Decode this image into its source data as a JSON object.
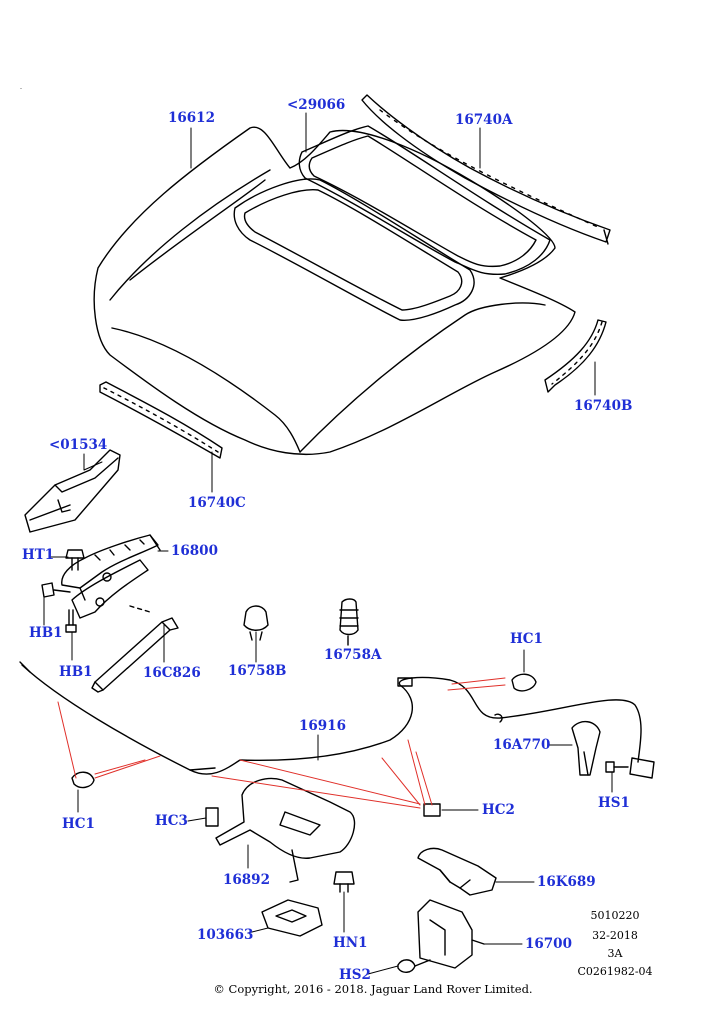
{
  "callouts": {
    "hood": "16612",
    "hood_insulator": "<29066",
    "seal_rear": "16740A",
    "seal_side": "16740B",
    "seal_front": "16740C",
    "hood_bracket": "<01534",
    "hinge": "16800",
    "ht1": "HT1",
    "hb1_upper": "HB1",
    "hb1_lower": "HB1",
    "gas_strut": "16C826",
    "bump_stop": "16758B",
    "bump_stop_adjustable": "16758A",
    "hc1_right": "HC1",
    "release_cable": "16916",
    "release_handle": "16A770",
    "hs1": "HS1",
    "hc1_left": "HC1",
    "hc3": "HC3",
    "hc2": "HC2",
    "lock_bracket": "16892",
    "secondary_latch": "16K689",
    "insulator_pad": "103663",
    "hn1": "HN1",
    "latch": "16700",
    "hs2": "HS2"
  },
  "meta": {
    "line1": "5010220",
    "line2": "32-2018",
    "line3": "3A",
    "line4": "C0261982-04"
  },
  "copyright": "© Copyright, 2016 - 2018. Jaguar Land Rover Limited.",
  "colors": {
    "callout_text": "#1f2fd6",
    "leader_lines": "#e0302a",
    "linework": "#000000"
  }
}
